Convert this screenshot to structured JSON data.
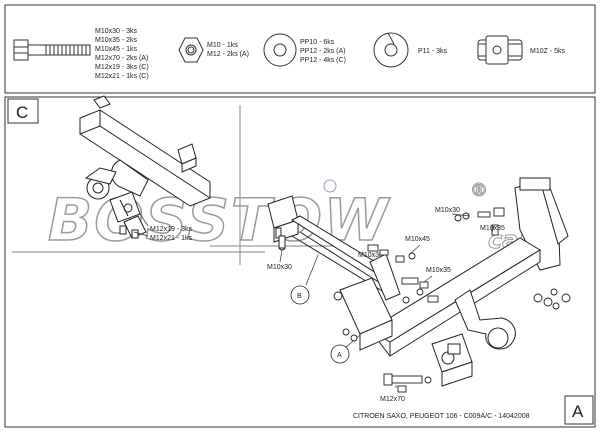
{
  "parts": {
    "bolt": {
      "icon": "hex-bolt-icon",
      "lines": [
        "M10x30 - 3ks",
        "M10x35 - 2ks",
        "M10x45 - 1ks",
        "M12x70 - 2ks (A)",
        "M12x19 - 3ks (C)",
        "M12x21 - 1ks (C)"
      ]
    },
    "nut": {
      "icon": "hex-nut-icon",
      "lines": [
        "M10 - 1ks",
        "M12 - 2ks (A)"
      ]
    },
    "washer": {
      "icon": "flat-washer-icon",
      "lines": [
        "PP10 - 6ks",
        "PP12 - 2ks (A)",
        "PP12 - 4ks (C)"
      ]
    },
    "spring_washer": {
      "icon": "spring-washer-icon",
      "lines": [
        "P11 - 3ks"
      ]
    },
    "cage_nut": {
      "icon": "cage-nut-icon",
      "lines": [
        "M10Z - 5ks"
      ]
    }
  },
  "diagram": {
    "watermark": "BOSSTOW",
    "watermark_reg": "®",
    "watermark_suffix": "cars",
    "corner_c": "C",
    "corner_a": "A",
    "callout_b": "B",
    "callout_a": "A",
    "labels": {
      "m12x19": "M12x19 - 3ks",
      "m12x21": "M12x21 - 1ks",
      "m10x30_left": "M10x30",
      "m10x30_center": "M10x30",
      "m10x30_right": "M10x30",
      "m10x35_right": "M10x35",
      "m10x45": "M10x45",
      "m10x35_lower": "M10x35",
      "m12x70": "M12x70"
    },
    "footer": "CITROEN SAXO, PEUGEOT 106 - C009A/C - 14042008"
  }
}
